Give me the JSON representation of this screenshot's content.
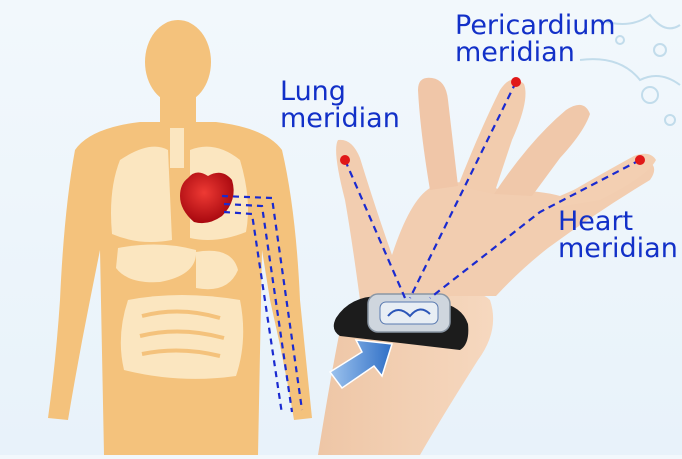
{
  "labels": {
    "lung": [
      "Lung",
      "meridian"
    ],
    "pericardium": [
      "Pericardium",
      "meridian"
    ],
    "heart": [
      "Heart",
      "meridian"
    ]
  },
  "colors": {
    "label_text": "#1230c8",
    "meridian_line": "#1a2ad0",
    "acupoint": "#e01818",
    "body": "#f4c27c",
    "organs": "#fbe6c0",
    "heart": "#d4141c",
    "arrow": "#3f7fd0",
    "background": "#eef6fb"
  }
}
